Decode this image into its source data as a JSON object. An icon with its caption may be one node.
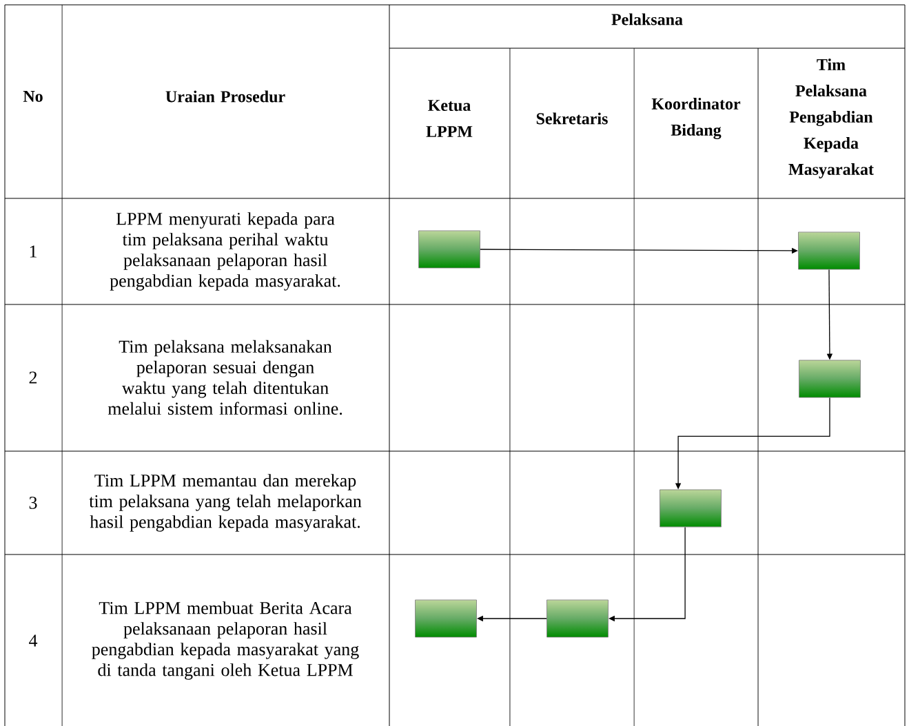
{
  "diagram": {
    "nodes": [
      {
        "text": [],
        "shape": "box"
      },
      {
        "text": [],
        "shape": "box"
      },
      {
        "text": [],
        "shape": "box"
      },
      {
        "text": [],
        "shape": "box"
      },
      {
        "text": [],
        "shape": "box"
      },
      {
        "text": [],
        "shape": "box"
      }
    ],
    "edges": [
      {
        "from": 0,
        "to": 1,
        "arrow": "to"
      },
      {
        "from": 1,
        "to": 2,
        "arrow": "to"
      },
      {
        "from": 2,
        "to": 3,
        "arrow": "to"
      },
      {
        "from": 3,
        "to": 5,
        "arrow": "to"
      },
      {
        "from": 5,
        "to": 4,
        "arrow": "to"
      }
    ],
    "labels": [
      "No",
      "Uraian Prosedur",
      "Pelaksana",
      "Ketua LPPM",
      "Sekretaris",
      "Koordinator Bidang",
      "Tim Pelaksana Pengabdian Kepada Masyarakat",
      "1",
      "LPPM menyurati kepada para tim pelaksana perihal waktu pelaksanaan pelaporan hasil pengabdian kepada masyarakat.",
      "2",
      "Tim pelaksana melaksanakan pelaporan sesuai dengan waktu yang telah ditentukan melalui sistem informasi online.",
      "3",
      "Tim LPPM memantau dan merekap tim pelaksana yang telah melaporkan hasil pengabdian kepada masyarakat.",
      "4",
      "Tim LPPM membuat Berita Acara pelaksanaan pelaporan hasil pengabdian kepada masyarakat yang di tanda tangani oleh Ketua LPPM"
    ]
  }
}
